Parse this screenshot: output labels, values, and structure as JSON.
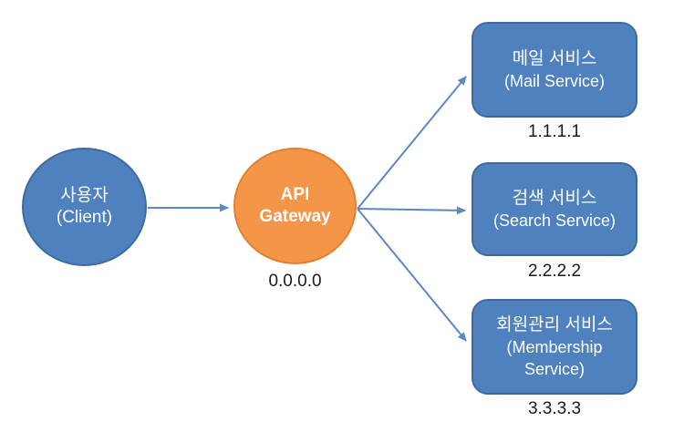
{
  "diagram": {
    "type": "architecture-diagram",
    "topic": "API Gateway fan-out",
    "colors": {
      "node_blue_fill": "#4e81bd",
      "node_blue_border": "#3d6ba0",
      "gateway_orange_fill": "#f49648",
      "gateway_orange_border": "#e0812f",
      "arrow_blue": "#5b87c5",
      "caption_text": "#1a1a1a",
      "node_text": "#ffffff"
    },
    "client": {
      "label_ko": "사용자",
      "label_en": "(Client)",
      "shape": "circle"
    },
    "gateway": {
      "label_line1": "API",
      "label_line2": "Gateway",
      "ip": "0.0.0.0",
      "shape": "circle"
    },
    "services": [
      {
        "label_ko": "메일 서비스",
        "label_en": "(Mail Service)",
        "ip": "1.1.1.1",
        "shape": "rounded-rect"
      },
      {
        "label_ko": "검색 서비스",
        "label_en": "(Search Service)",
        "ip": "2.2.2.2",
        "shape": "rounded-rect"
      },
      {
        "label_ko": "회원관리 서비스",
        "label_en": "(Membership Service)",
        "ip": "3.3.3.3",
        "shape": "rounded-rect"
      }
    ],
    "edges": [
      {
        "from": "client",
        "to": "gateway"
      },
      {
        "from": "gateway",
        "to": "mail-service"
      },
      {
        "from": "gateway",
        "to": "search-service"
      },
      {
        "from": "gateway",
        "to": "membership-service"
      }
    ]
  }
}
